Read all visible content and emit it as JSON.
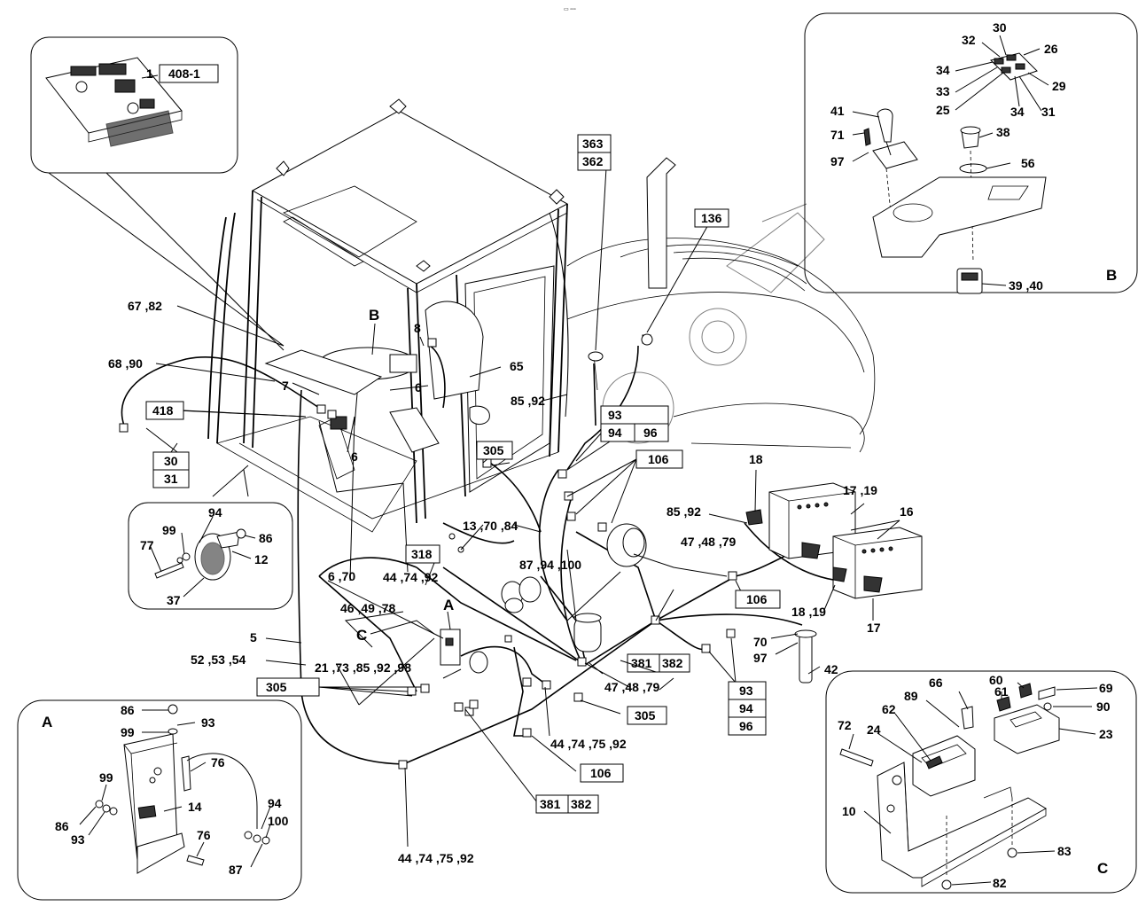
{
  "header_mark": "▭ ▫▫▫",
  "insets": {
    "top_left": {
      "labels": [
        "1"
      ],
      "boxed": [
        "408-1"
      ]
    },
    "B": {
      "letter": "B",
      "labels": [
        "30",
        "32",
        "26",
        "34",
        "33",
        "29",
        "25",
        "34",
        "31",
        "41",
        "38",
        "71",
        "97",
        "56",
        "39 ,40"
      ]
    },
    "A": {
      "letter": "A",
      "labels": [
        "86",
        "93",
        "99",
        "76",
        "99",
        "14",
        "86",
        "93",
        "94",
        "100",
        "76",
        "87"
      ]
    },
    "C": {
      "letter": "C",
      "labels": [
        "66",
        "60",
        "69",
        "61",
        "90",
        "89",
        "72",
        "62",
        "24",
        "23",
        "10",
        "83",
        "82"
      ]
    },
    "horn": {
      "labels": [
        "94",
        "99",
        "86",
        "77",
        "12",
        "37"
      ]
    }
  },
  "main_labels": [
    "67 ,82",
    "68 ,90",
    "7",
    "6",
    "6",
    "8",
    "65",
    "6",
    "85 ,92",
    "B",
    "13 ,70 ,84",
    "6 ,70",
    "44 ,74 ,92",
    "46 ,49 ,78",
    "C",
    "A",
    "87 ,94 ,100",
    "5",
    "52 ,53 ,54",
    "21 ,73 ,85 ,92 ,98",
    "47 ,48 ,79",
    "47 ,48 ,79",
    "44 ,74 ,75 ,92",
    "44 ,74 ,75 ,92",
    "18",
    "17 ,19",
    "16",
    "85 ,92",
    "18 ,19",
    "17",
    "70",
    "97",
    "42"
  ],
  "boxed_labels": [
    "363",
    "362",
    "136",
    "418",
    "30",
    "31",
    "93",
    "94",
    "96",
    "305",
    "106",
    "318",
    "106",
    "381",
    "382",
    "305",
    "305",
    "93",
    "94",
    "96",
    "106",
    "381",
    "382"
  ]
}
